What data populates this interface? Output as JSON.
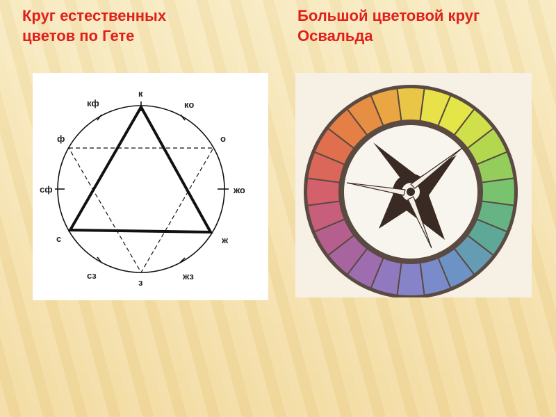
{
  "slide": {
    "left_title": [
      "Круг естественных",
      "цветов по Гете"
    ],
    "right_title": [
      "Большой цветовой круг",
      "Освальда"
    ]
  },
  "goethe": {
    "labels": {
      "k": "к",
      "ko": "ко",
      "o": "о",
      "zho": "жо",
      "zh": "ж",
      "zhz": "жз",
      "z": "з",
      "sz": "сз",
      "s": "с",
      "sf": "сф",
      "f": "ф",
      "kf": "кф"
    }
  },
  "ostwald": {
    "segment_colors": [
      "#e9e14a",
      "#e4e547",
      "#cfe04a",
      "#b3d84f",
      "#94cd5c",
      "#79c26e",
      "#66b483",
      "#5ea898",
      "#649cb3",
      "#6d93c6",
      "#7a8bcc",
      "#8683c8",
      "#9179bf",
      "#9d6db0",
      "#a8649e",
      "#b65f8e",
      "#c75e7c",
      "#d3606a",
      "#db665a",
      "#e0704d",
      "#e47f45",
      "#e68e42",
      "#e9a642",
      "#e9c645"
    ],
    "star_color": "#3a2a24"
  },
  "colors": {
    "title": "#e0201b",
    "background": "#f7e6b6"
  }
}
